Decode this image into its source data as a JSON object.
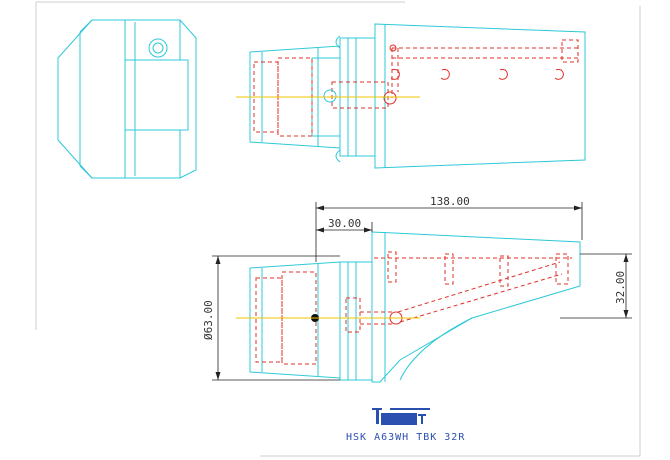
{
  "drawing": {
    "dimensions": {
      "overall_length": "138.00",
      "shank_length": "30.00",
      "flange_diameter": "Ø63.00",
      "head_height": "32.00"
    },
    "title_block": {
      "designation": "HSK A63WH TBK 32R"
    }
  }
}
